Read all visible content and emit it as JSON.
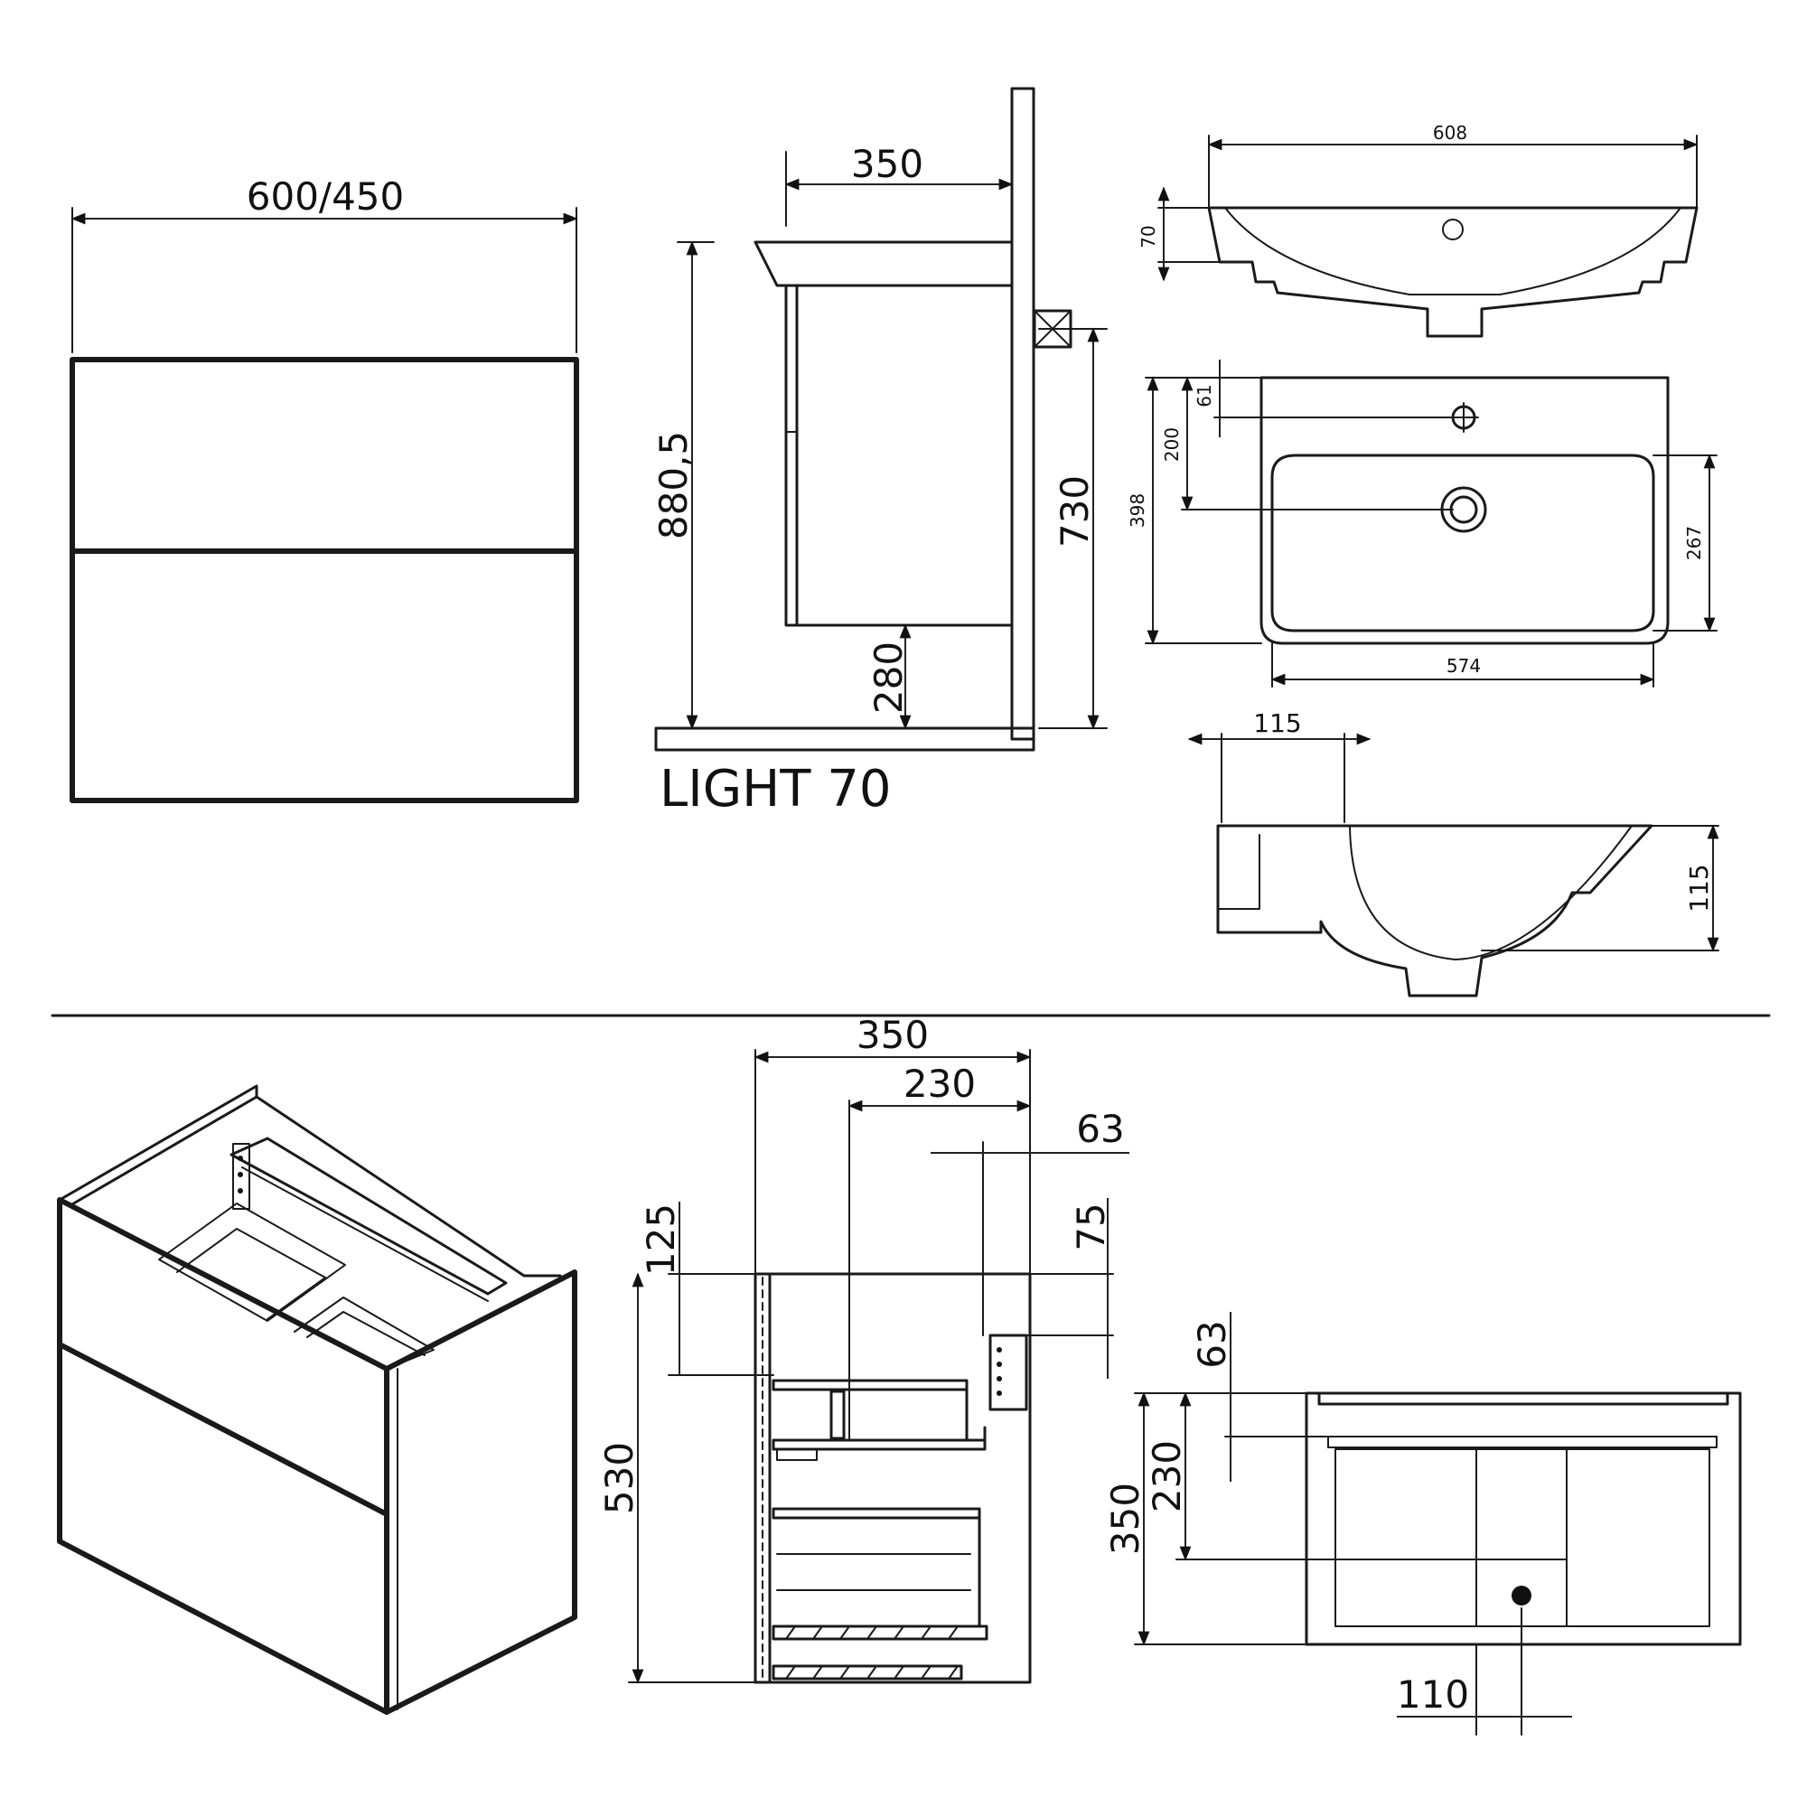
{
  "front_view": {
    "width_label": "600/450"
  },
  "side_view": {
    "depth_label": "350",
    "total_height_label": "880,5",
    "mount_height_label": "730",
    "floor_gap_label": "280",
    "model_name": "LIGHT 70"
  },
  "basin_front": {
    "width_label": "608",
    "height_label": "70"
  },
  "basin_top": {
    "tap_offset_label": "61",
    "drain_offset_label": "200",
    "depth_label": "398",
    "inner_depth_label": "267",
    "inner_width_label": "574"
  },
  "basin_section": {
    "offset_label": "115",
    "height_label": "115"
  },
  "drawer_side_view": {
    "depth_label": "350",
    "inner_depth_label": "230",
    "rail_label": "63",
    "top_gap_label": "125",
    "rail_drop_label": "75",
    "height_label": "530"
  },
  "drawer_top_view": {
    "rail_label": "63",
    "inner_label": "230",
    "depth_label": "350",
    "drain_offset_label": "110"
  }
}
